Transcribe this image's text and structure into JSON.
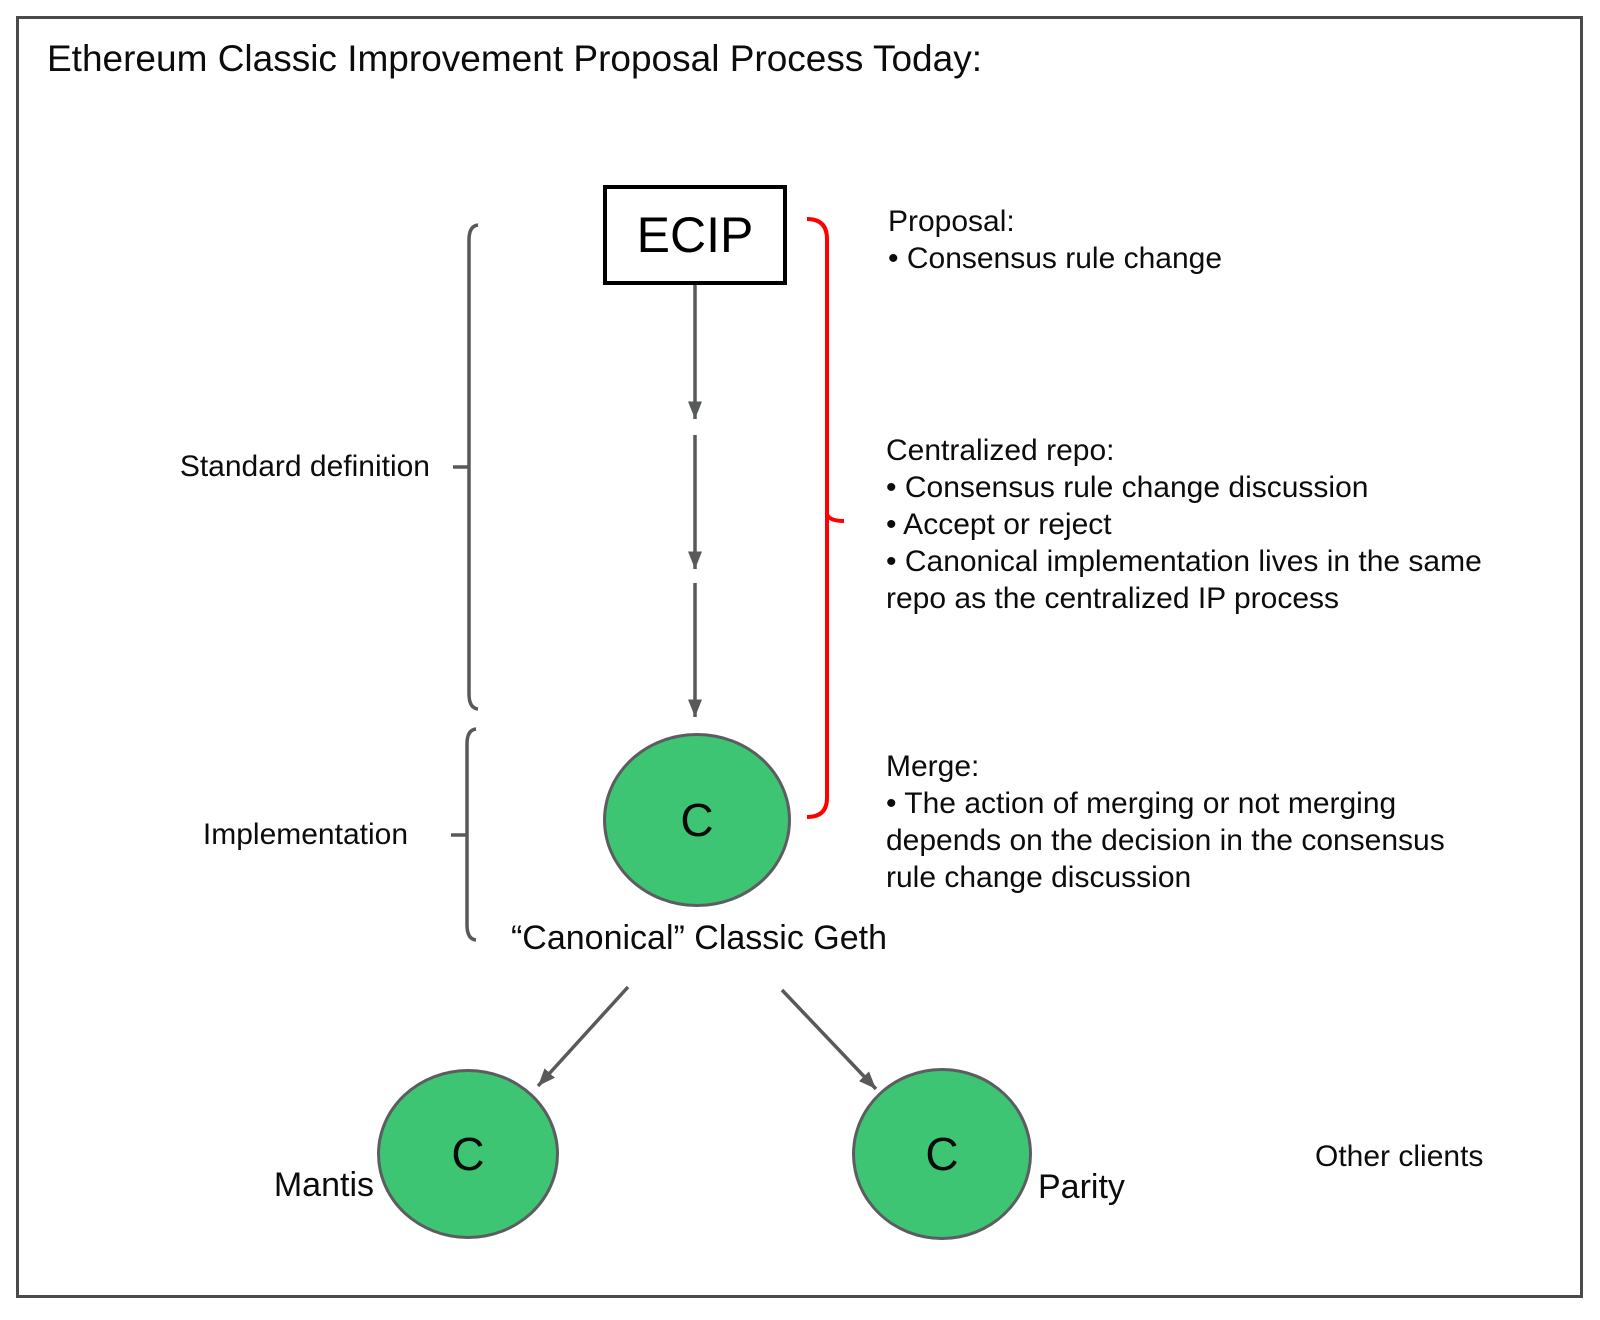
{
  "title": "Ethereum Classic Improvement Proposal Process Today:",
  "colors": {
    "node_fill": "#3dc573",
    "node_stroke": "#5c5d60",
    "connector_gray": "#58595b",
    "bracket_red": "#ff0000",
    "border_gray": "#4a4a4a",
    "text_black": "#0c0c0c"
  },
  "flow": {
    "ecip_label": "ECIP",
    "canonical_letter": "C",
    "canonical_caption": "“Canonical” Classic Geth",
    "mantis_letter": "C",
    "mantis_label": "Mantis",
    "parity_letter": "C",
    "parity_label": "Parity",
    "other_clients_label": "Other clients"
  },
  "stages": {
    "standard_definition": "Standard definition",
    "implementation": "Implementation"
  },
  "annotations": {
    "proposal": {
      "heading": "Proposal:",
      "bullets": [
        "• Consensus rule change"
      ]
    },
    "repo": {
      "heading": "Centralized repo:",
      "bullets": [
        "• Consensus rule change discussion",
        "• Accept or reject",
        "• Canonical implementation lives in the same repo as the centralized IP process"
      ]
    },
    "merge": {
      "heading": "Merge:",
      "bullets": [
        "• The action of merging or not merging depends on the decision in the consensus rule change discussion"
      ]
    }
  }
}
